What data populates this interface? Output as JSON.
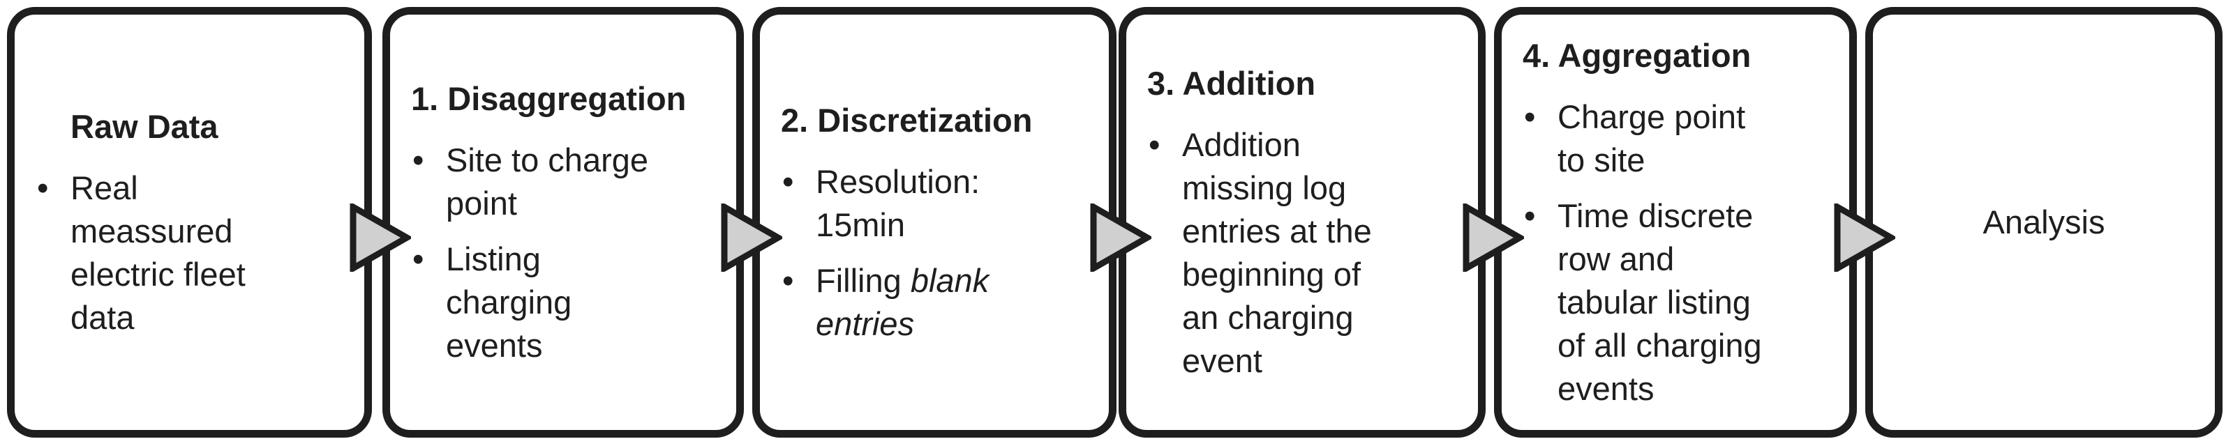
{
  "diagram": {
    "type": "process-flow",
    "direction": "left-to-right",
    "border_color": "#1e1e1e",
    "box_fill": "#ffffff",
    "arrow_fill": "#d0d0d0",
    "text_color": "#1e1e1e",
    "connector_icon": "right-triangle-arrow",
    "connector_count": 5,
    "steps": [
      {
        "id": "raw-data",
        "title": "Raw Data",
        "title_indent": true,
        "centered": false,
        "bullets": [
          [
            {
              "t": "Real\nmeassured\nelectric fleet\ndata",
              "italic": false
            }
          ]
        ]
      },
      {
        "id": "disaggregation",
        "title": "1. Disaggregation",
        "title_indent": false,
        "centered": false,
        "bullets": [
          [
            {
              "t": "Site to charge\npoint",
              "italic": false
            }
          ],
          [
            {
              "t": "Listing\ncharging\nevents",
              "italic": false
            }
          ]
        ]
      },
      {
        "id": "discretization",
        "title": "2. Discretization",
        "title_indent": false,
        "centered": false,
        "bullets": [
          [
            {
              "t": "Resolution:\n15min",
              "italic": false
            }
          ],
          [
            {
              "t": "Filling ",
              "italic": false
            },
            {
              "t": "blank\nentries",
              "italic": true
            }
          ]
        ]
      },
      {
        "id": "addition",
        "title": "3. Addition",
        "title_indent": false,
        "centered": false,
        "bullets": [
          [
            {
              "t": "Addition\nmissing log\nentries at the\nbeginning of\nan charging\nevent",
              "italic": false
            }
          ]
        ]
      },
      {
        "id": "aggregation",
        "title": "4. Aggregation",
        "title_indent": false,
        "centered": false,
        "bullets": [
          [
            {
              "t": "Charge point\nto site",
              "italic": false
            }
          ],
          [
            {
              "t": "Time discrete\nrow and\ntabular listing\nof all charging\nevents",
              "italic": false
            }
          ]
        ]
      },
      {
        "id": "analysis",
        "title": "Analysis",
        "title_indent": false,
        "centered": true,
        "bullets": []
      }
    ]
  }
}
